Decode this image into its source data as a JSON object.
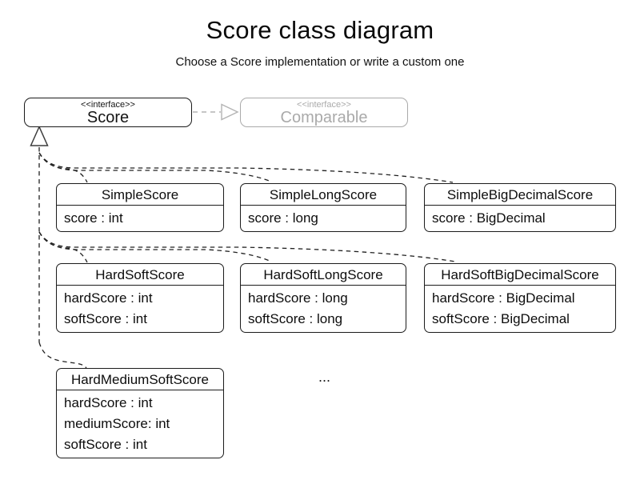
{
  "header": {
    "title": "Score class diagram",
    "subtitle": "Choose a Score implementation or write a custom one"
  },
  "interfaces": {
    "score": {
      "stereotype": "<<interface>>",
      "name": "Score"
    },
    "comparable": {
      "stereotype": "<<interface>>",
      "name": "Comparable"
    }
  },
  "classes": [
    {
      "name": "SimpleScore",
      "attributes": [
        "score : int"
      ]
    },
    {
      "name": "SimpleLongScore",
      "attributes": [
        "score : long"
      ]
    },
    {
      "name": "SimpleBigDecimalScore",
      "attributes": [
        "score : BigDecimal"
      ]
    },
    {
      "name": "HardSoftScore",
      "attributes": [
        "hardScore : int",
        "softScore : int"
      ]
    },
    {
      "name": "HardSoftLongScore",
      "attributes": [
        "hardScore : long",
        "softScore : long"
      ]
    },
    {
      "name": "HardSoftBigDecimalScore",
      "attributes": [
        "hardScore : BigDecimal",
        "softScore : BigDecimal"
      ]
    },
    {
      "name": "HardMediumSoftScore",
      "attributes": [
        "hardScore : int",
        "mediumScore: int",
        "softScore : int"
      ]
    }
  ],
  "ellipsis": "...",
  "colors": {
    "line": "#212121",
    "muted": "#aaaaaa",
    "background": "#ffffff"
  }
}
